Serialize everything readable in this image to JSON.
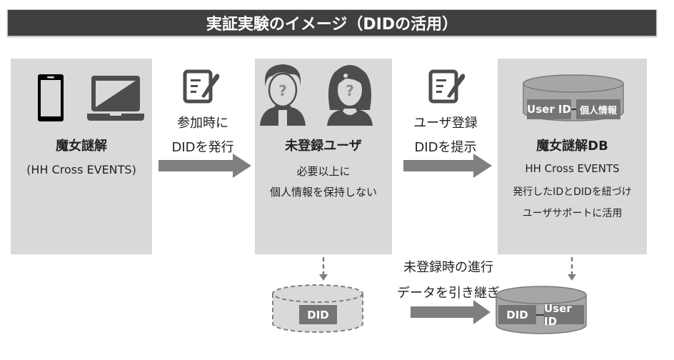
{
  "title": "実証実験のイメージ（DIDの活用）",
  "panel1": {
    "icons": [
      "smartphone-icon",
      "laptop-icon"
    ],
    "name": "魔女謎解",
    "sub": "(HH Cross EVENTS)"
  },
  "arrow1": {
    "icon": "document-edit-icon",
    "line1": "参加時に",
    "line2": "DIDを発行"
  },
  "panel2": {
    "icons": [
      "anonymous-man-icon",
      "anonymous-woman-icon"
    ],
    "name": "未登録ユーザ",
    "line1": "必要以上に",
    "line2": "個人情報を保持しない",
    "unknown_mark": "?"
  },
  "arrow2": {
    "icon": "document-edit-icon",
    "line1": "ユーザ登録",
    "line2": "DIDを提示"
  },
  "panel3": {
    "db_label_left": "User ID",
    "db_label_right": "個人情報",
    "name": "魔女謎解DB",
    "line1": "HH Cross  EVENTS",
    "line2": "発行したIDとDIDを紐づけ",
    "line3": "ユーザサポートに活用"
  },
  "bottom": {
    "left_db_label": "DID",
    "arrow_line1": "未登録時の進行",
    "arrow_line2": "データを引き継ぎ",
    "right_db_label_left": "DID",
    "right_db_label_right": "User ID"
  },
  "colors": {
    "title_bg": "#404040",
    "panel_bg": "#d9d9d9",
    "arrow": "#7f7f7f",
    "icon_dark": "#4d4d4d"
  }
}
